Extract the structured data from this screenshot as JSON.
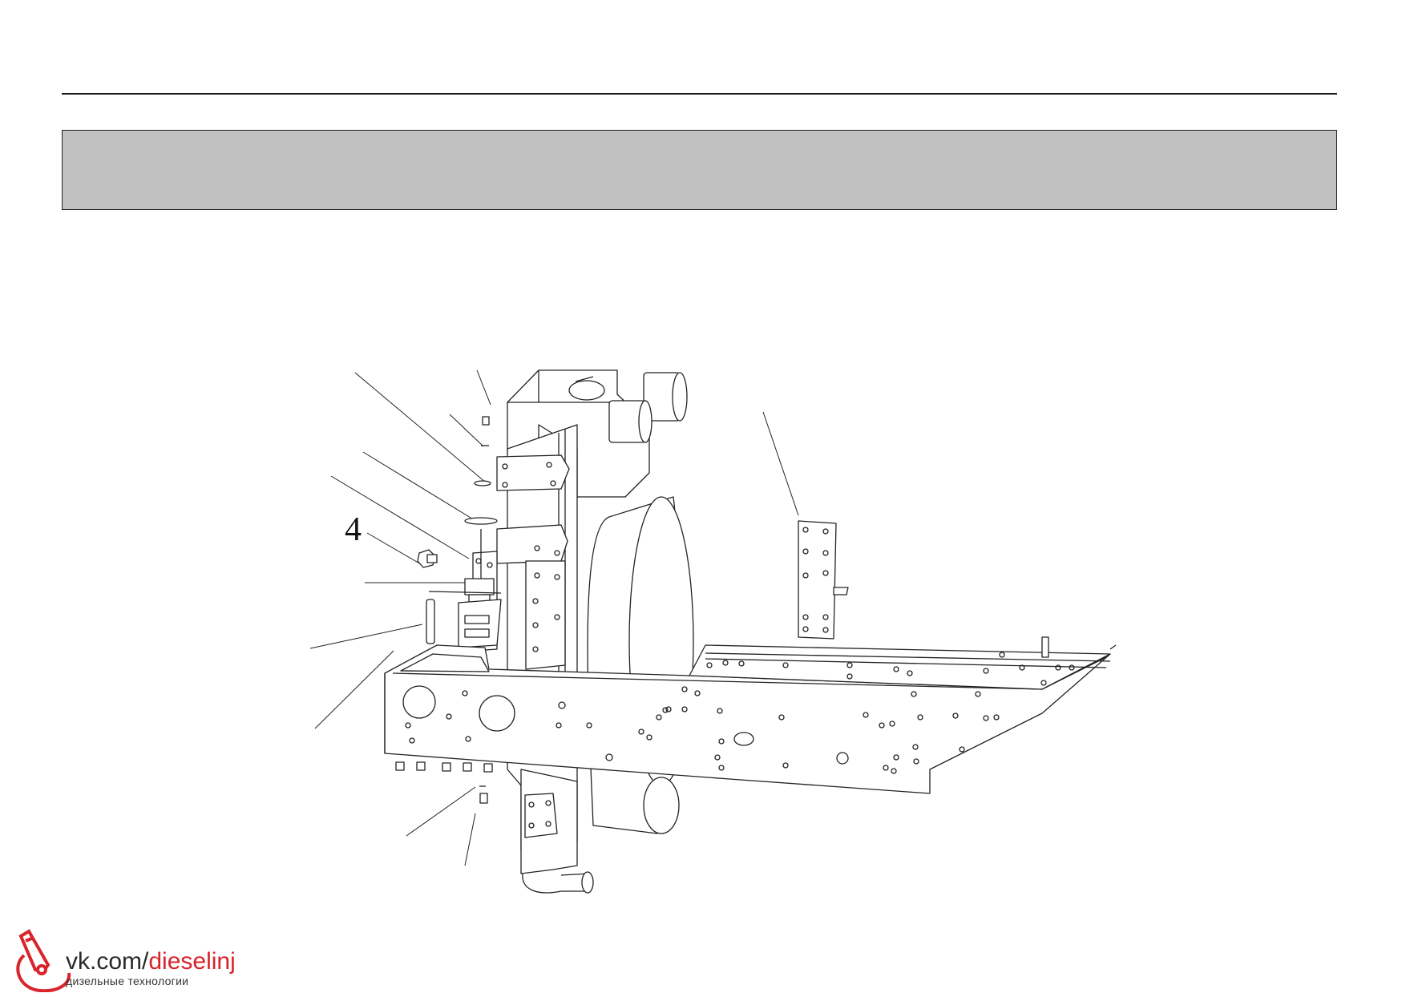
{
  "drawing": {
    "callout_label": "4"
  },
  "logo": {
    "prefix": "vk.com/",
    "accent": "dieselinj",
    "subtitle": "дизельные технологии",
    "accent_color": "#d9242b"
  }
}
